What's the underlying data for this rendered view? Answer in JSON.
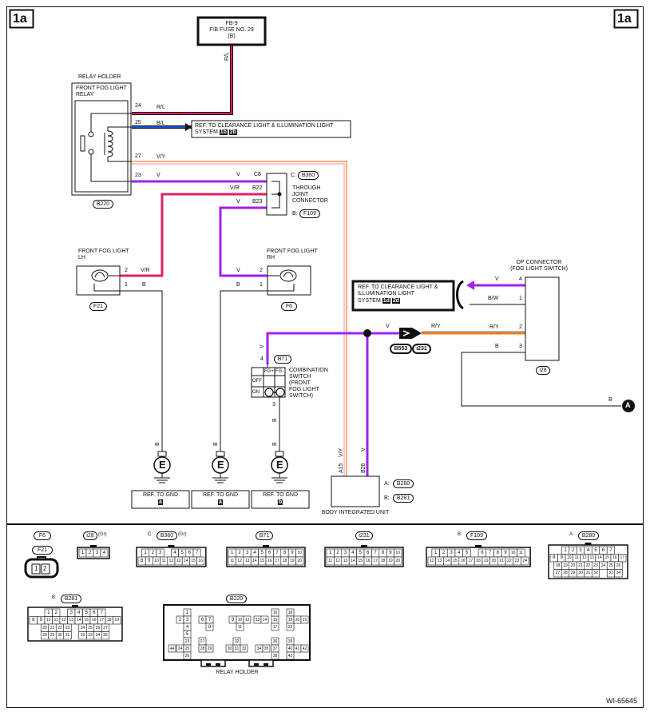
{
  "page": {
    "corner_left": "1a",
    "corner_right": "1a",
    "diagram_id": "WI-65645"
  },
  "fuse": {
    "line1": "FB-9",
    "line2": "F/B FUSE NO. 29",
    "line3": "(B)",
    "wire": "R/L"
  },
  "relay": {
    "holder": "RELAY HOLDER",
    "name1": "FRONT FOG LIGHT",
    "name2": "RELAY",
    "connector": "B220",
    "pins": [
      {
        "pin": "24",
        "wire": "R/L"
      },
      {
        "pin": "25",
        "wire": "B/L"
      },
      {
        "pin": "27",
        "wire": "V/Y"
      },
      {
        "pin": "23",
        "wire": "V"
      }
    ]
  },
  "ref_clearance_top": {
    "line1": "REF. TO CLEARANCE LIGHT & ILLUMINATION LIGHT",
    "line2": "SYSTEM",
    "badge1": "1b",
    "badge2": "2b"
  },
  "joint": {
    "c_label": "C:",
    "c_conn": "B360",
    "b_label": "B:",
    "b_conn": "F109",
    "name1": "THROUGH",
    "name2": "JOINT",
    "name3": "CONNECTOR",
    "pins": [
      {
        "wire": "V",
        "pin": "C8"
      },
      {
        "wire": "V/R",
        "pin": "B22"
      },
      {
        "wire": "V",
        "pin": "B23"
      }
    ]
  },
  "fog_lh": {
    "name1": "FRONT FOG LIGHT",
    "name2": "LH",
    "connector": "F21",
    "pin2": "2",
    "pin1": "1",
    "wire2": "V/R",
    "wire1": "B"
  },
  "fog_rh": {
    "name1": "FRONT FOG LIGHT",
    "name2": "RH",
    "connector": "F6",
    "pin2": "2",
    "pin1": "1",
    "wire2": "V",
    "wire1": "B"
  },
  "op_connector": {
    "name1": "OP CONNECTOR",
    "name2": "(FOG LIGHT SWITCH)",
    "connector": "i28",
    "pins": [
      {
        "pin": "4",
        "wire": "V"
      },
      {
        "pin": "1",
        "wire": "B/W"
      },
      {
        "pin": "2",
        "wire": "R/Y"
      },
      {
        "pin": "3",
        "wire": "B"
      }
    ]
  },
  "ref_clearance_right": {
    "line1": "REF. TO CLEARANCE LIGHT &",
    "line2": "ILLUMINATION LIGHT",
    "line3": "SYSTEM",
    "badge1": "1d",
    "badge2": "2d"
  },
  "junction": {
    "wire_left": "V",
    "wire_right": "R/Y",
    "conn1": "B553",
    "conn2": "i231"
  },
  "combo": {
    "connector": "B71",
    "name1": "COMBINATION",
    "name2": "SWITCH",
    "name3": "(FRONT",
    "name4": "FOG LIGHT",
    "name5": "SWITCH)",
    "col1": "FG+",
    "col2": "FG-",
    "row1": "OFF",
    "row2": "ON",
    "pin_top": "4",
    "pin_bot": "3",
    "wire_top": "V",
    "wire_bot": "B"
  },
  "ground_ref": {
    "label": "REF. TO GND",
    "marks": [
      "a",
      "a",
      "b"
    ],
    "wire": "B",
    "symbol": "E"
  },
  "body_unit": {
    "name": "BODY INTEGRATED UNIT",
    "a_label": "A:",
    "a_conn": "B280",
    "b_label": "B:",
    "b_conn": "B281",
    "pins": [
      {
        "pin": "A15",
        "wire": "V/Y"
      },
      {
        "pin": "B26",
        "wire": "V"
      }
    ]
  },
  "offpage": {
    "label": "A",
    "wire": "B"
  },
  "connector_views": [
    {
      "label": "F6"
    },
    {
      "label": "F21"
    },
    {
      "label": "i28",
      "suffix": "(Gr)",
      "rows": [
        [
          "1",
          "2",
          "3",
          "4"
        ]
      ]
    },
    {
      "prefix": "C:",
      "label": "B360",
      "suffix": "(Gr)",
      "rows": [
        [
          "1",
          "2",
          "3",
          "",
          "4",
          "5",
          "6",
          "7"
        ],
        [
          "8",
          "9",
          "10",
          "11",
          "12",
          "13",
          "14",
          "15",
          "16"
        ]
      ]
    },
    {
      "label": "B71",
      "rows": [
        [
          "1",
          "2",
          "3",
          "4",
          "5",
          "6",
          "7",
          "8",
          "9",
          "10"
        ],
        [
          "11",
          "12",
          "13",
          "14",
          "15",
          "16",
          "17",
          "18",
          "19",
          "20"
        ]
      ]
    },
    {
      "label": "i231",
      "rows": [
        [
          "1",
          "2",
          "3",
          "4",
          "5",
          "6",
          "7",
          "8",
          "9",
          "10"
        ],
        [
          "11",
          "12",
          "13",
          "14",
          "15",
          "16",
          "17",
          "18",
          "19",
          "20"
        ]
      ]
    },
    {
      "prefix": "B:",
      "label": "F109",
      "rows": [
        [
          "1",
          "2",
          "3",
          "4",
          "5",
          "",
          "6",
          "7",
          "8",
          "9",
          "10",
          "11"
        ],
        [
          "12",
          "13",
          "14",
          "15",
          "16",
          "17",
          "18",
          "19",
          "20",
          "21",
          "22",
          "23",
          "24"
        ]
      ]
    },
    {
      "prefix": "A:",
      "label": "B280",
      "rows": [
        [
          "1",
          "2",
          "3",
          "4",
          "5",
          "6",
          "7"
        ],
        [
          "8",
          "9",
          "10",
          "11",
          "12",
          "13",
          "14",
          "15",
          "16",
          "17"
        ],
        [
          "18",
          "19",
          "20",
          "21",
          "22",
          "23",
          "24",
          "25",
          "26"
        ],
        [
          "27",
          "28",
          "29",
          "30",
          "31",
          "32",
          "",
          "33",
          "34"
        ]
      ]
    },
    {
      "prefix": "B:",
      "label": "B281",
      "rows": [
        [
          "1",
          "2",
          "",
          "3",
          "4",
          "5",
          "6",
          "7"
        ],
        [
          "8",
          "9",
          "10",
          "11",
          "12",
          "13",
          "14",
          "15",
          "16",
          "17",
          "18",
          "19"
        ],
        [
          "20",
          "21",
          "22",
          "23",
          "",
          "24",
          "25",
          "26",
          "27"
        ],
        [
          "28",
          "29",
          "30",
          "31",
          "",
          "32",
          "33",
          "34",
          "35"
        ]
      ]
    },
    {
      "label": "B220",
      "footer": "RELAY HOLDER"
    }
  ],
  "relay_holder_pins": [
    "1",
    "2",
    "3",
    "4",
    "5",
    "6",
    "7",
    "8",
    "9",
    "10",
    "11",
    "12",
    "13",
    "14",
    "15",
    "16",
    "17",
    "18",
    "19",
    "20",
    "21",
    "22",
    "23",
    "24",
    "25",
    "26",
    "27",
    "28",
    "29",
    "30",
    "31",
    "32",
    "33",
    "34",
    "35",
    "36",
    "37",
    "38",
    "39",
    "40",
    "41",
    "42",
    "43",
    "44"
  ],
  "colors": {
    "wire_V": "#a020f0",
    "wire_VR": "#e0206e",
    "wire_RL": "#e01a6e",
    "wire_BL": "#1a4fd8",
    "wire_RY": "#f08020",
    "wire_VY": "#f0a0c8",
    "wire_B": "#111111"
  }
}
